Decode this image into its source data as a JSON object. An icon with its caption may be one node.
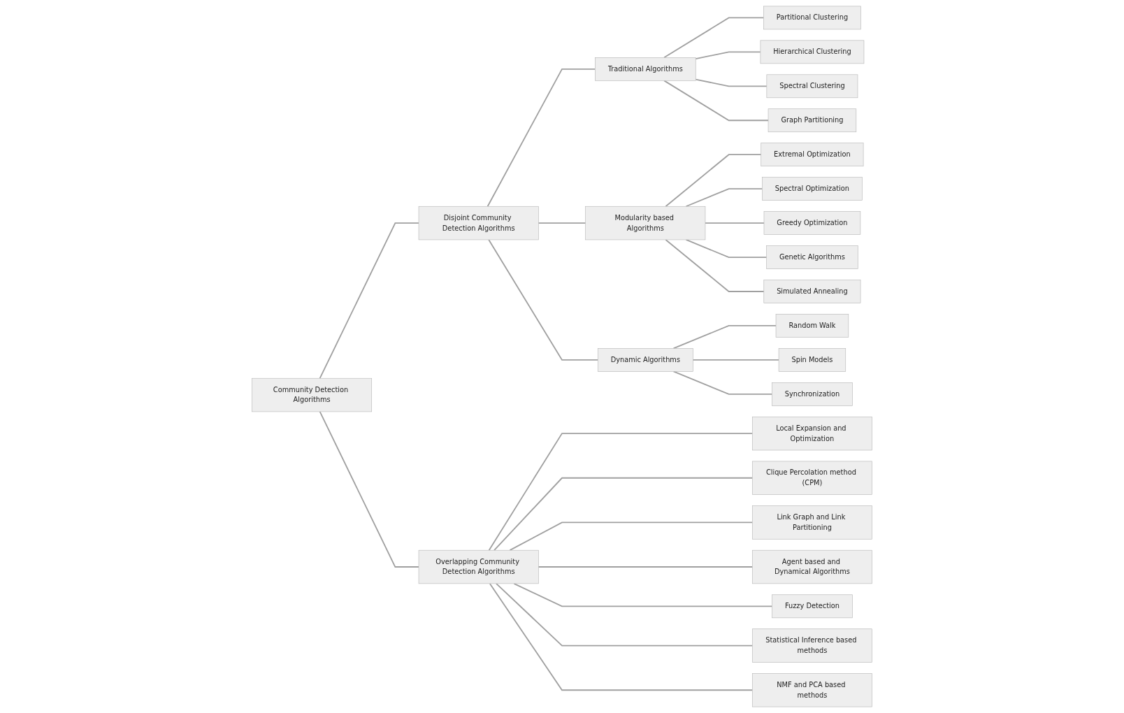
{
  "diagram": {
    "nodes": [
      {
        "text": [
          "Community Detection Algorithms"
        ]
      },
      {
        "text": [
          "Disjoint Community Detection Algorithms"
        ]
      },
      {
        "text": [
          "Overlapping Community Detection Algorithms"
        ]
      },
      {
        "text": [
          "Traditional Algorithms"
        ]
      },
      {
        "text": [
          "Modularity based Algorithms"
        ]
      },
      {
        "text": [
          "Dynamic Algorithms"
        ]
      },
      {
        "text": [
          "Partitional Clustering"
        ]
      },
      {
        "text": [
          "Hierarchical Clustering"
        ]
      },
      {
        "text": [
          "Spectral Clustering"
        ]
      },
      {
        "text": [
          "Graph Partitioning"
        ]
      },
      {
        "text": [
          "Extremal Optimization"
        ]
      },
      {
        "text": [
          "Spectral Optimization"
        ]
      },
      {
        "text": [
          "Greedy Optimization"
        ]
      },
      {
        "text": [
          "Genetic Algorithms"
        ]
      },
      {
        "text": [
          "Simulated Annealing"
        ]
      },
      {
        "text": [
          "Random Walk"
        ]
      },
      {
        "text": [
          "Spin Models"
        ]
      },
      {
        "text": [
          "Synchronization"
        ]
      },
      {
        "text": [
          "Local Expansion and Optimization"
        ]
      },
      {
        "text": [
          "Clique Percolation method (CPM)"
        ]
      },
      {
        "text": [
          "Link Graph and Link Partitioning"
        ]
      },
      {
        "text": [
          "Agent based and Dynamical Algorithms"
        ]
      },
      {
        "text": [
          "Fuzzy Detection"
        ]
      },
      {
        "text": [
          "Statistical Inference based methods"
        ]
      },
      {
        "text": [
          "NMF and PCA based methods"
        ]
      }
    ],
    "edges": [
      {
        "from": 0,
        "to": 1,
        "arrow": "none"
      },
      {
        "from": 0,
        "to": 2,
        "arrow": "none"
      },
      {
        "from": 1,
        "to": 3,
        "arrow": "none"
      },
      {
        "from": 1,
        "to": 4,
        "arrow": "none"
      },
      {
        "from": 1,
        "to": 5,
        "arrow": "none"
      },
      {
        "from": 3,
        "to": 6,
        "arrow": "none"
      },
      {
        "from": 3,
        "to": 7,
        "arrow": "none"
      },
      {
        "from": 3,
        "to": 8,
        "arrow": "none"
      },
      {
        "from": 3,
        "to": 9,
        "arrow": "none"
      },
      {
        "from": 4,
        "to": 10,
        "arrow": "none"
      },
      {
        "from": 4,
        "to": 11,
        "arrow": "none"
      },
      {
        "from": 4,
        "to": 12,
        "arrow": "none"
      },
      {
        "from": 4,
        "to": 13,
        "arrow": "none"
      },
      {
        "from": 4,
        "to": 14,
        "arrow": "none"
      },
      {
        "from": 5,
        "to": 15,
        "arrow": "none"
      },
      {
        "from": 5,
        "to": 16,
        "arrow": "none"
      },
      {
        "from": 5,
        "to": 17,
        "arrow": "none"
      },
      {
        "from": 2,
        "to": 18,
        "arrow": "none"
      },
      {
        "from": 2,
        "to": 19,
        "arrow": "none"
      },
      {
        "from": 2,
        "to": 20,
        "arrow": "none"
      },
      {
        "from": 2,
        "to": 21,
        "arrow": "none"
      },
      {
        "from": 2,
        "to": 22,
        "arrow": "none"
      },
      {
        "from": 2,
        "to": 23,
        "arrow": "none"
      },
      {
        "from": 2,
        "to": 24,
        "arrow": "none"
      }
    ]
  }
}
